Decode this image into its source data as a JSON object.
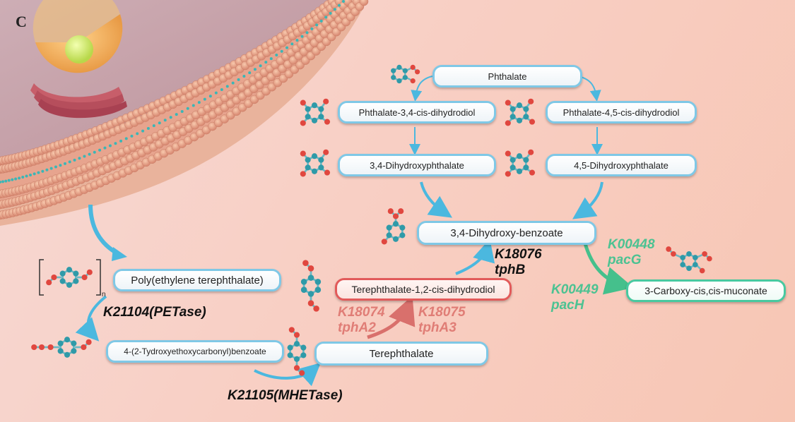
{
  "panel_label": "C",
  "nodes": {
    "phthalate": "Phthalate",
    "phthalate_34": "Phthalate-3,4-cis-dihydrodiol",
    "phthalate_45": "Phthalate-4,5-cis-dihydrodiol",
    "dhp_34": "3,4-Dihydroxyphthalate",
    "dhp_45": "4,5-Dihydroxyphthalate",
    "dhb": "3,4-Dihydroxy-benzoate",
    "pet": "Poly(ethylene terephthalate)",
    "mhet": "4-(2-Tydroxyethoxycarbonyl)benzoate",
    "tpa_diol": "Terephthalate-1,2-cis-dihydrodiol",
    "tpa": "Terephthalate",
    "muconate": "3-Carboxy-cis,cis-muconate"
  },
  "enzymes": {
    "petase": "K21104(PETase)",
    "mhetase": "K21105(MHETase)",
    "k18076": "K18076\ntphB",
    "k18074": "K18074\ntphA2",
    "k18075": "K18075\ntphA3",
    "k00448": "K00448\npacG",
    "k00449": "K00449\npacH"
  },
  "polymer_subscript": "n",
  "colors": {
    "node_border": "#7fc8e6",
    "red_node_border": "#e25a5a",
    "green_node_border": "#48c9a0",
    "arrow_blue": "#4bb8df",
    "arrow_red": "#d9706c",
    "arrow_green": "#45c08c",
    "atom_carbon": "#2f9aa8",
    "atom_oxygen": "#e0473f"
  }
}
